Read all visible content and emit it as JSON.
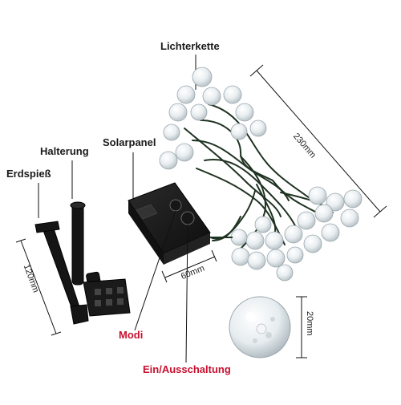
{
  "labels": {
    "lichterkette": "Lichterkette",
    "solarpanel": "Solarpanel",
    "halterung": "Halterung",
    "erdspiess": "Erdspieß",
    "modi": "Modi",
    "ein_aus": "Ein/Ausschaltung"
  },
  "dimensions": {
    "cable_length": "230mm",
    "panel_width": "60mm",
    "stake_length": "120mm",
    "bulb_diameter": "20mm"
  },
  "colors": {
    "label_text": "#1a1a1a",
    "highlight_text": "#c8102e",
    "panel_body": "#1b1b1b",
    "wire": "#1f3322"
  }
}
